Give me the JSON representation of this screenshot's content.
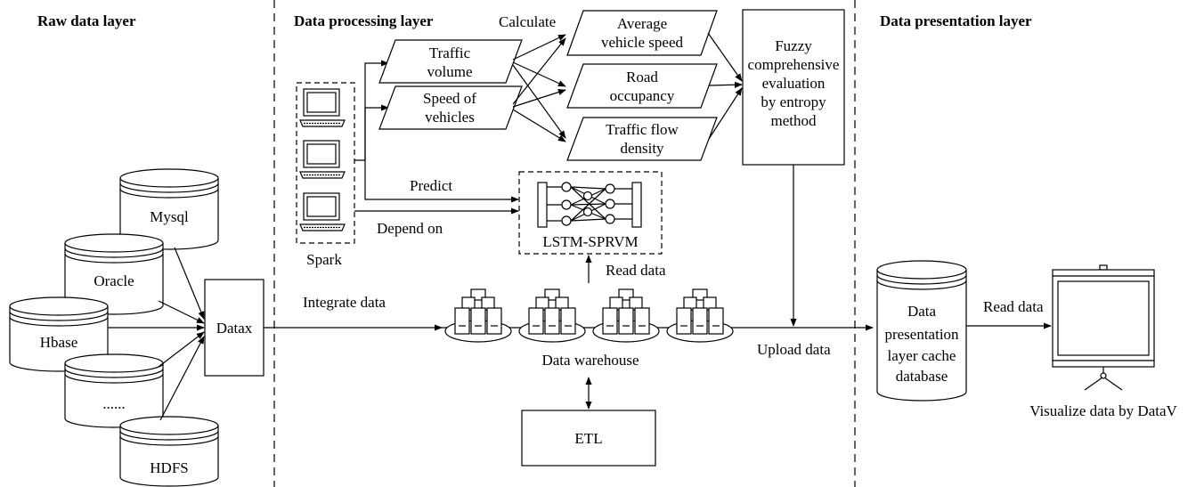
{
  "layers": {
    "raw": "Raw data layer",
    "processing": "Data processing layer",
    "presentation": "Data presentation layer"
  },
  "raw_sources": {
    "mysql": "Mysql",
    "oracle": "Oracle",
    "hbase": "Hbase",
    "more": "......",
    "hdfs": "HDFS"
  },
  "datax": "Datax",
  "spark": "Spark",
  "edges": {
    "calculate": "Calculate",
    "predict": "Predict",
    "depend_on": "Depend on",
    "integrate_data": "Integrate data",
    "read_data_lstm": "Read data",
    "upload_data": "Upload data",
    "read_data_pres": "Read data"
  },
  "parameters": {
    "traffic_volume": [
      "Traffic",
      "volume"
    ],
    "speed_of_vehicles": [
      "Speed of",
      "vehicles"
    ]
  },
  "metrics": {
    "average_speed": [
      "Average",
      "vehicle speed"
    ],
    "road_occupancy": [
      "Road",
      "occupancy"
    ],
    "flow_density": [
      "Traffic flow",
      "density"
    ]
  },
  "fuzzy": [
    "Fuzzy",
    "comprehensive",
    "evaluation",
    "by entropy",
    "method"
  ],
  "lstm": "LSTM-SPRVM",
  "warehouse": "Data warehouse",
  "etl": "ETL",
  "cache_db": [
    "Data",
    "presentation",
    "layer cache",
    "database"
  ],
  "datav": "Visualize data by DataV"
}
